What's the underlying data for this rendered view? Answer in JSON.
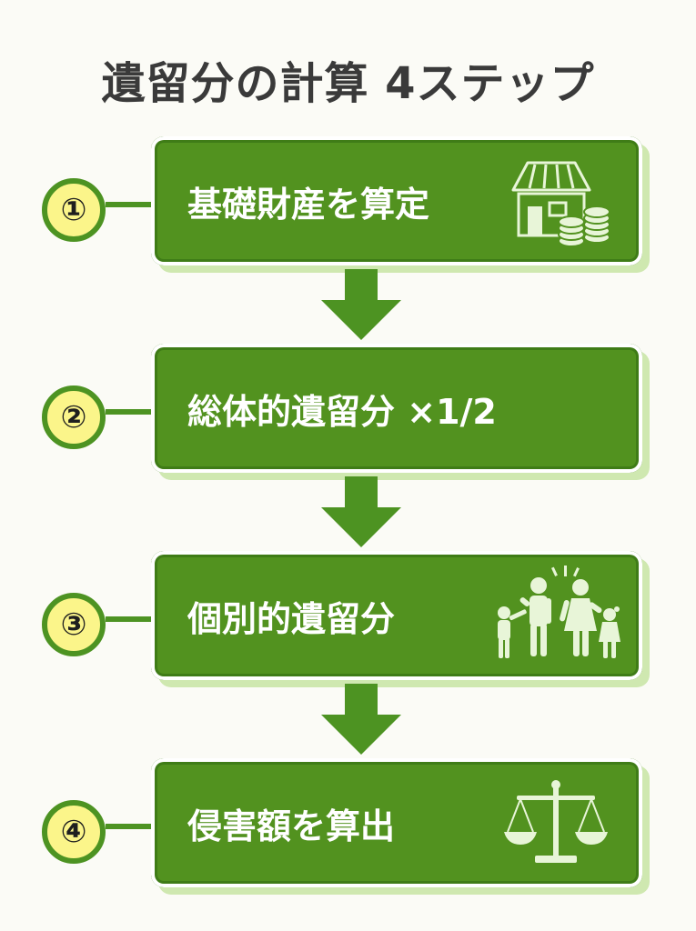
{
  "title": "遺留分の計算 4ステップ",
  "steps": [
    {
      "number": "①",
      "label": "基礎財産を算定",
      "icon": "house-and-coins-icon"
    },
    {
      "number": "②",
      "label": "総体的遺留分 ×1/2",
      "icon": ""
    },
    {
      "number": "③",
      "label": "個別的遺留分",
      "icon": "family-icon"
    },
    {
      "number": "④",
      "label": "侵害額を算出",
      "icon": "scales-icon"
    }
  ],
  "colors": {
    "box_green": "#52921f",
    "badge_yellow": "#fbf58a",
    "arrow_green": "#4d9322",
    "title_text": "#3a3a3a",
    "icon_light": "#e8f5d8"
  }
}
